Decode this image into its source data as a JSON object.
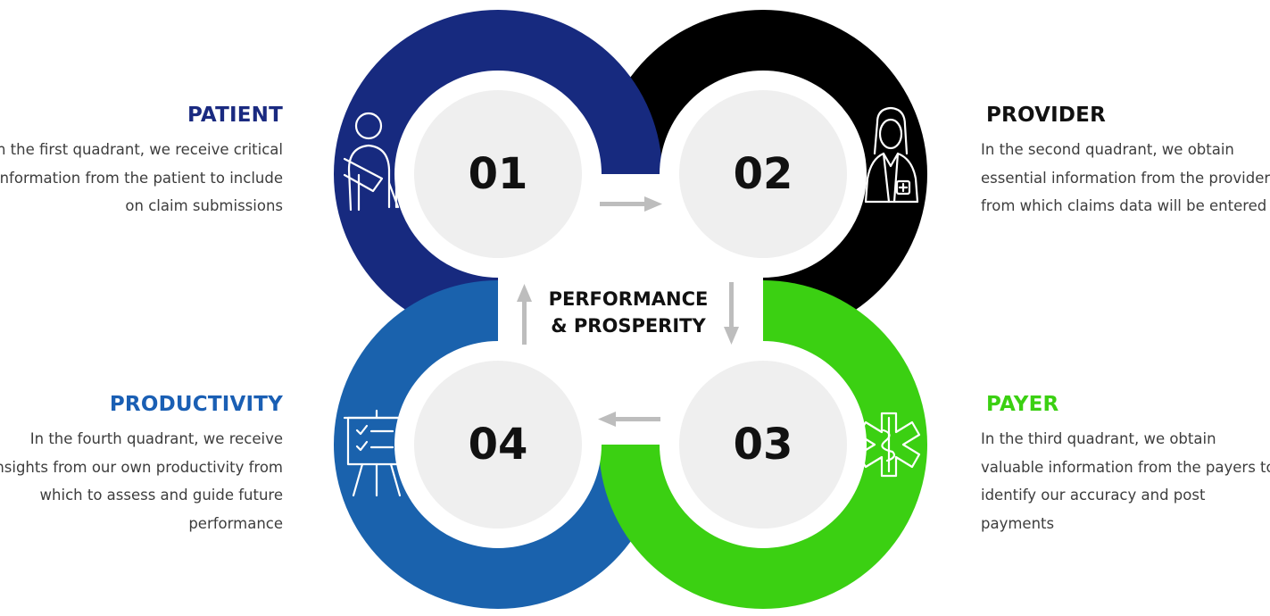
{
  "center": {
    "line1": "PERFORMANCE",
    "line2": "& PROSPERITY"
  },
  "quadrants": [
    {
      "number": "01",
      "title": "PATIENT",
      "description": "In the first quadrant, we receive critical information from the patient to include on claim submissions",
      "color": "#172a7f",
      "icon": "patient-arm-sling-icon"
    },
    {
      "number": "02",
      "title": "PROVIDER",
      "description": "In the second quadrant, we obtain essential information from the provider from which claims data will be entered",
      "color": "#000000",
      "icon": "doctor-icon"
    },
    {
      "number": "03",
      "title": "PAYER",
      "description": "In the third quadrant, we obtain valuable information from the payers to identify our accuracy and post payments",
      "color": "#3bd012",
      "icon": "star-of-life-icon"
    },
    {
      "number": "04",
      "title": "PRODUCTIVITY",
      "description": "In the fourth quadrant, we receive insights from our own productivity from which to assess and guide future performance",
      "color": "#1a62ad",
      "icon": "presentation-board-icon"
    }
  ],
  "colors": {
    "inner_circle": "#efefef",
    "arrow": "#bdbdbd",
    "title_text": "#111111"
  }
}
